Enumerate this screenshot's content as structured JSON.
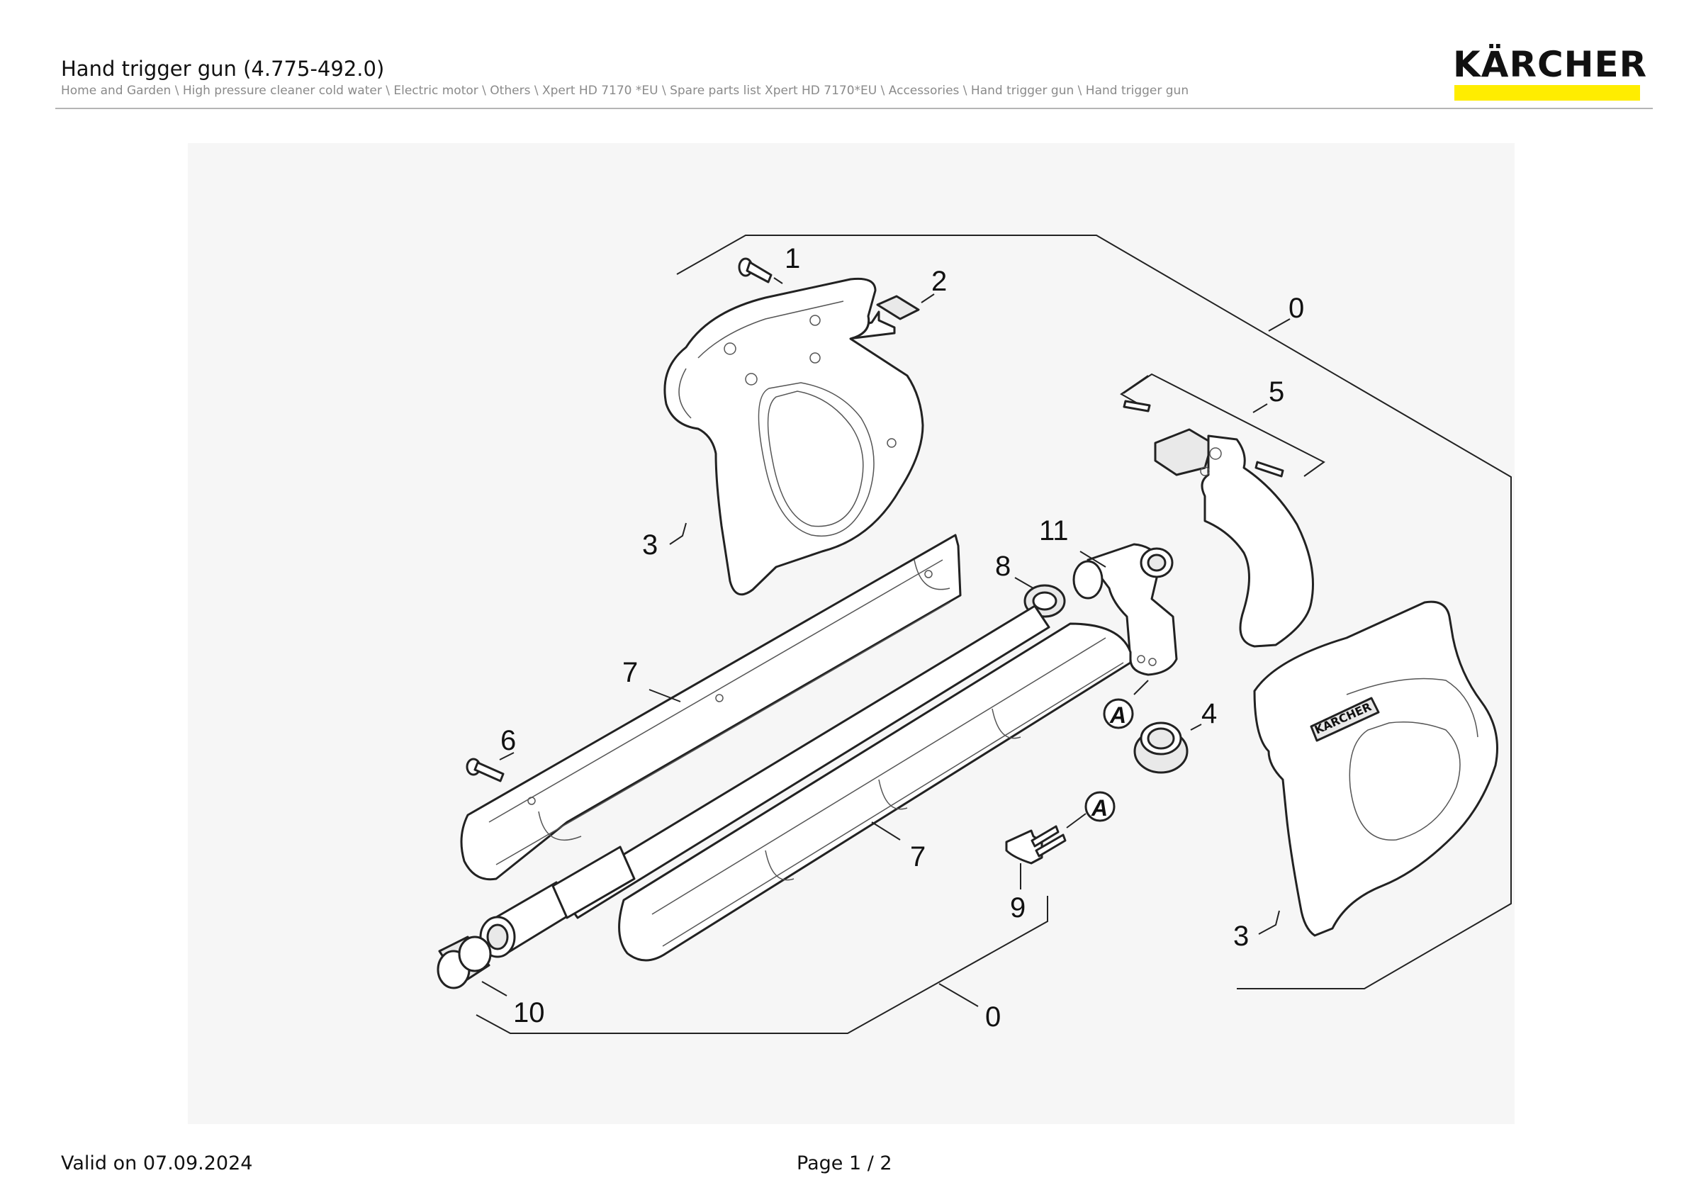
{
  "header": {
    "title": "Hand trigger gun (4.775-492.0)",
    "breadcrumb": "Home and Garden \\ High pressure cleaner cold water \\ Electric motor \\ Others \\ Xpert HD 7170 *EU \\ Spare parts list Xpert HD 7170*EU \\ Accessories \\ Hand trigger gun \\ Hand trigger gun",
    "logo": "KÄRCHER",
    "brand_color": "#ffed00"
  },
  "drawing": {
    "labels": [
      "1",
      "2",
      "0",
      "5",
      "3",
      "11",
      "8",
      "7",
      "6",
      "4",
      "A",
      "A",
      "7",
      "9",
      "3",
      "10",
      "0"
    ],
    "handle_brand": "KÄRCHER"
  },
  "footer": {
    "valid": "Valid on 07.09.2024",
    "page": "Page 1 / 2"
  }
}
